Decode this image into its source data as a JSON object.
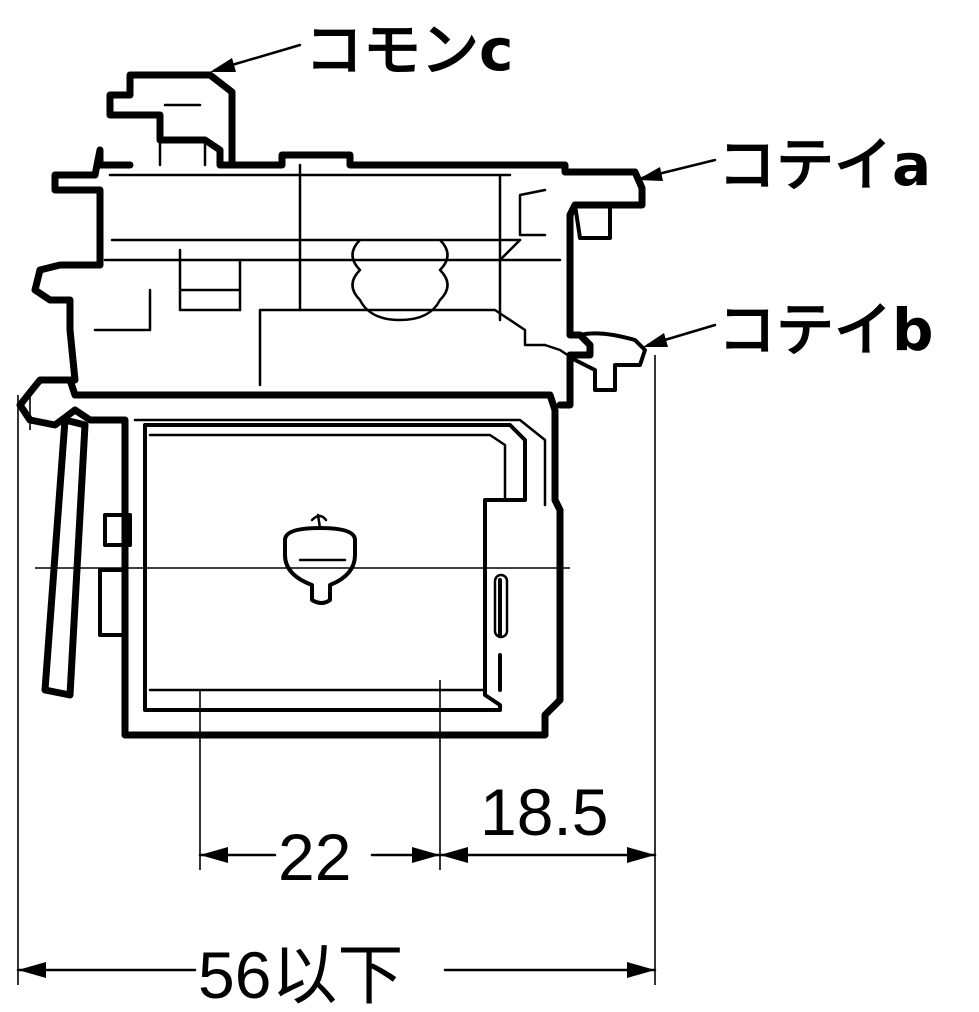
{
  "labels": {
    "common": "コモンc",
    "fixed_a": "コテイa",
    "fixed_b": "コテイb"
  },
  "dimensions": {
    "width_22": "22",
    "width_18_5": "18.5",
    "overall": "56以下"
  }
}
